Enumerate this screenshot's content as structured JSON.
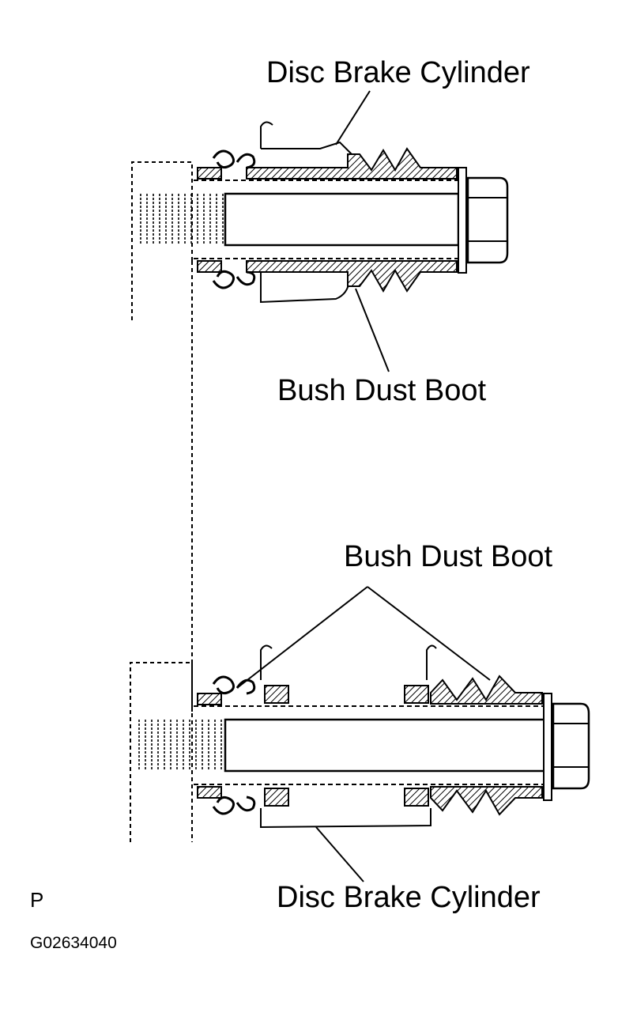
{
  "labels": {
    "top_cylinder": "Disc Brake Cylinder",
    "top_boot": "Bush Dust Boot",
    "bottom_boot": "Bush Dust Boot",
    "bottom_cylinder": "Disc Brake Cylinder"
  },
  "footer": {
    "mark": "P",
    "code": "G02634040"
  },
  "colors": {
    "ink": "#000000",
    "paper": "#ffffff"
  }
}
